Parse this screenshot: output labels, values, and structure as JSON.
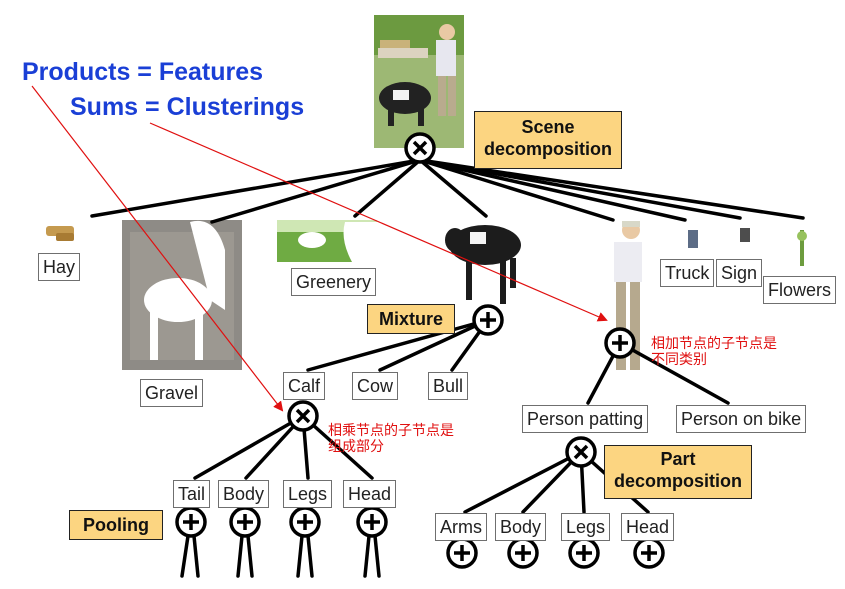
{
  "formulas": {
    "products": "Products = Features",
    "sums": "Sums = Clusterings"
  },
  "tags": {
    "scene_line1": "Scene",
    "scene_line2": "decomposition",
    "mixture": "Mixture",
    "part_line1": "Part",
    "part_line2": "decomposition",
    "pooling": "Pooling"
  },
  "scene_labels": {
    "hay": "Hay",
    "gravel": "Gravel",
    "greenery": "Greenery",
    "truck": "Truck",
    "sign": "Sign",
    "flowers": "Flowers"
  },
  "cow_types": {
    "calf": "Calf",
    "cow": "Cow",
    "bull": "Bull"
  },
  "person_types": {
    "patting": "Person patting",
    "bike": "Person on bike"
  },
  "calf_parts": {
    "tail": "Tail",
    "body": "Body",
    "legs": "Legs",
    "head": "Head"
  },
  "person_parts": {
    "arms": "Arms",
    "body": "Body",
    "legs": "Legs",
    "head": "Head"
  },
  "annotations": {
    "sum_line1": "相加节点的子节点是",
    "sum_line2": "不同类别",
    "product_line1": "相乘节点的子节点是",
    "product_line2": "组成部分"
  },
  "colors": {
    "formula_blue": "#1a3fd6",
    "annotation_red": "#e01010",
    "tag_fill": "#fcd581"
  },
  "icons": {
    "product_node": "circled-times",
    "sum_node": "circled-plus"
  }
}
